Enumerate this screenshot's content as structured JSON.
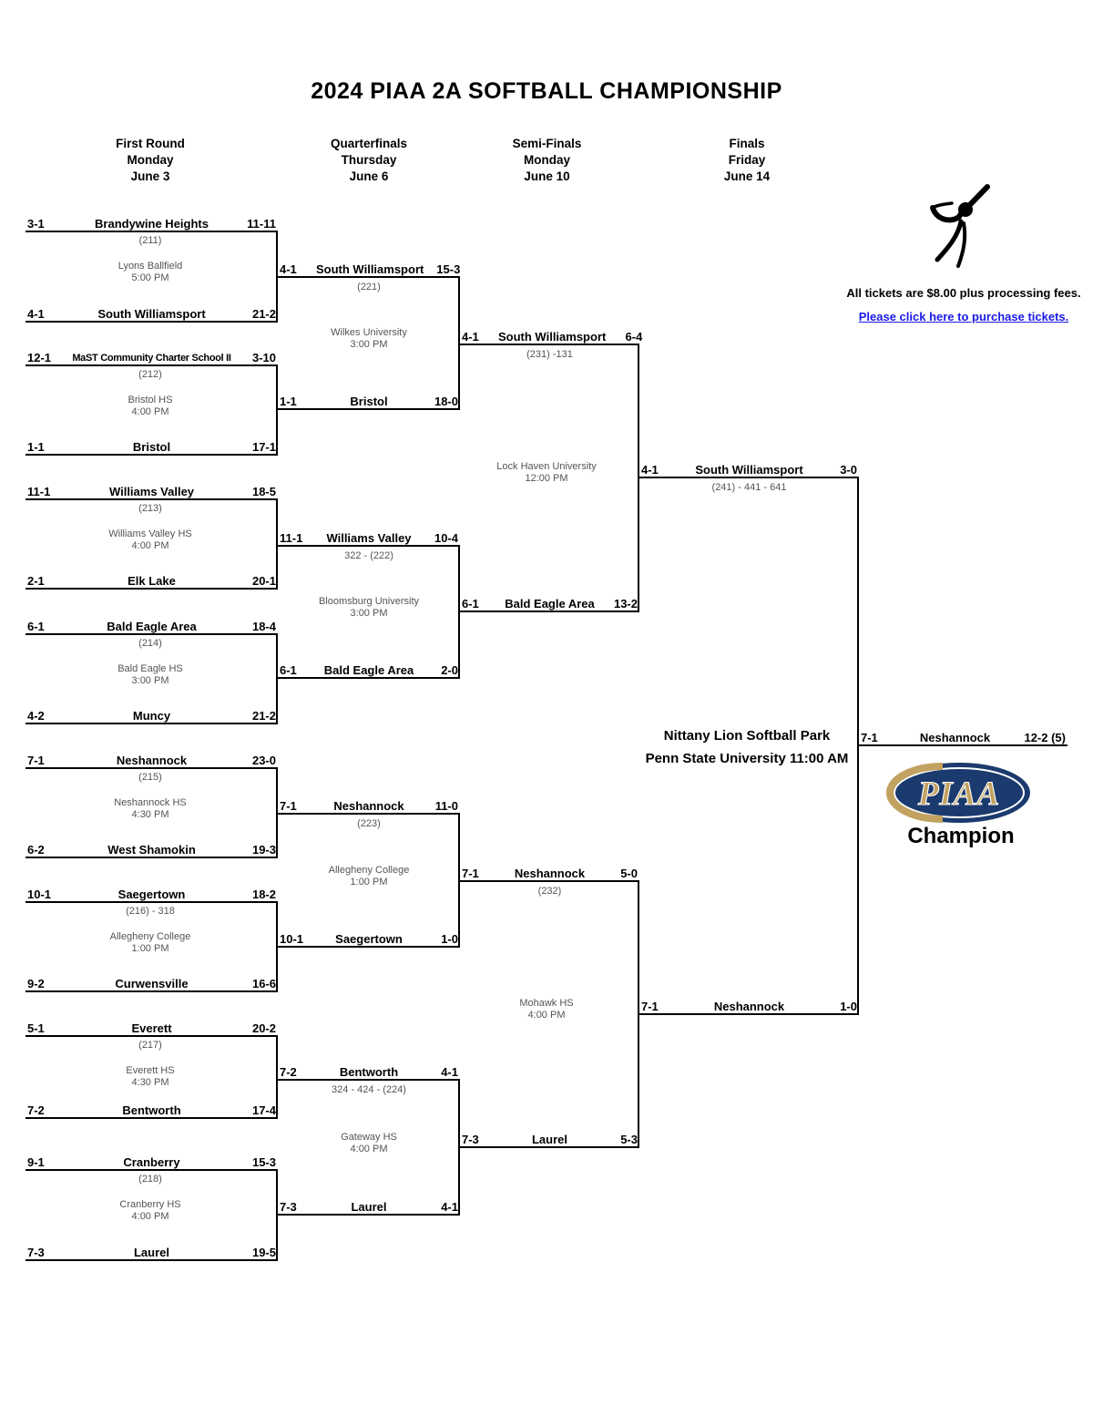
{
  "title": "2024 PIAA 2A SOFTBALL CHAMPIONSHIP",
  "columns": [
    {
      "round": "First Round",
      "day": "Monday",
      "date": "June 3"
    },
    {
      "round": "Quarterfinals",
      "day": "Thursday",
      "date": "June 6"
    },
    {
      "round": "Semi-Finals",
      "day": "Monday",
      "date": "June 10"
    },
    {
      "round": "Finals",
      "day": "Friday",
      "date": "June 14"
    }
  ],
  "tickets": {
    "notice": "All tickets are $8.00 plus processing fees.",
    "link": "Please click here to purchase tickets."
  },
  "round1": [
    {
      "label": "(211)",
      "venue": "Lyons Ballfield",
      "time": "5:00 PM",
      "top": {
        "seed": "3-1",
        "name": "Brandywine Heights",
        "record": "11-11"
      },
      "bottom": {
        "seed": "4-1",
        "name": "South Williamsport",
        "record": "21-2"
      }
    },
    {
      "label": "(212)",
      "venue": "Bristol HS",
      "time": "4:00 PM",
      "top": {
        "seed": "12-1",
        "name": "MaST Community Charter School II",
        "record": "3-10"
      },
      "bottom": {
        "seed": "1-1",
        "name": "Bristol",
        "record": "17-1"
      }
    },
    {
      "label": "(213)",
      "venue": "Williams Valley HS",
      "time": "4:00 PM",
      "top": {
        "seed": "11-1",
        "name": "Williams Valley",
        "record": "18-5"
      },
      "bottom": {
        "seed": "2-1",
        "name": "Elk Lake",
        "record": "20-1"
      }
    },
    {
      "label": "(214)",
      "venue": "Bald Eagle HS",
      "time": "3:00 PM",
      "top": {
        "seed": "6-1",
        "name": "Bald Eagle Area",
        "record": "18-4"
      },
      "bottom": {
        "seed": "4-2",
        "name": "Muncy",
        "record": "21-2"
      }
    },
    {
      "label": "(215)",
      "venue": "Neshannock HS",
      "time": "4:30 PM",
      "top": {
        "seed": "7-1",
        "name": "Neshannock",
        "record": "23-0"
      },
      "bottom": {
        "seed": "6-2",
        "name": "West Shamokin",
        "record": "19-3"
      }
    },
    {
      "label": "(216) - 318",
      "venue": "Allegheny College",
      "time": "1:00 PM",
      "top": {
        "seed": "10-1",
        "name": "Saegertown",
        "record": "18-2"
      },
      "bottom": {
        "seed": "9-2",
        "name": "Curwensville",
        "record": "16-6"
      }
    },
    {
      "label": "(217)",
      "venue": "Everett HS",
      "time": "4:30 PM",
      "top": {
        "seed": "5-1",
        "name": "Everett",
        "record": "20-2"
      },
      "bottom": {
        "seed": "7-2",
        "name": "Bentworth",
        "record": "17-4"
      }
    },
    {
      "label": "(218)",
      "venue": "Cranberry HS",
      "time": "4:00 PM",
      "top": {
        "seed": "9-1",
        "name": "Cranberry",
        "record": "15-3"
      },
      "bottom": {
        "seed": "7-3",
        "name": "Laurel",
        "record": "19-5"
      }
    }
  ],
  "round2": [
    {
      "seed": "4-1",
      "name": "South Williamsport",
      "score": "15-3",
      "label": "(221)"
    },
    {
      "seed": "1-1",
      "name": "Bristol",
      "score": "18-0",
      "label": ""
    },
    {
      "seed": "11-1",
      "name": "Williams Valley",
      "score": "10-4",
      "label": "322 - (222)"
    },
    {
      "seed": "6-1",
      "name": "Bald Eagle Area",
      "score": "2-0",
      "label": ""
    },
    {
      "seed": "7-1",
      "name": "Neshannock",
      "score": "11-0",
      "label": "(223)"
    },
    {
      "seed": "10-1",
      "name": "Saegertown",
      "score": "1-0",
      "label": ""
    },
    {
      "seed": "7-2",
      "name": "Bentworth",
      "score": "4-1",
      "label": "324 - 424 - (224)"
    },
    {
      "seed": "7-3",
      "name": "Laurel",
      "score": "4-1",
      "label": ""
    }
  ],
  "round2_venues": [
    {
      "venue": "Wilkes University",
      "time": "3:00 PM"
    },
    {
      "venue": "Bloomsburg University",
      "time": "3:00 PM"
    },
    {
      "venue": "Allegheny College",
      "time": "1:00 PM"
    },
    {
      "venue": "Gateway HS",
      "time": "4:00 PM"
    }
  ],
  "round3": [
    {
      "seed": "4-1",
      "name": "South Williamsport",
      "score": "6-4",
      "label": "(231) -131"
    },
    {
      "seed": "6-1",
      "name": "Bald Eagle Area",
      "score": "13-2",
      "label": ""
    },
    {
      "seed": "7-1",
      "name": "Neshannock",
      "score": "5-0",
      "label": "(232)"
    },
    {
      "seed": "7-3",
      "name": "Laurel",
      "score": "5-3",
      "label": ""
    }
  ],
  "round3_venues": [
    {
      "venue": "Lock Haven University",
      "time": "12:00 PM"
    },
    {
      "venue": "Mohawk HS",
      "time": "4:00 PM"
    }
  ],
  "round4": [
    {
      "seed": "4-1",
      "name": "South Williamsport",
      "score": "3-0",
      "label": "(241) - 441 - 641"
    },
    {
      "seed": "7-1",
      "name": "Neshannock",
      "score": "1-0",
      "label": ""
    }
  ],
  "final_game": {
    "seed": "7-1",
    "name": "Neshannock",
    "score": "12-2 (5)"
  },
  "final_venue": {
    "line1": "Nittany Lion Softball Park",
    "line2": "Penn State University 11:00 AM"
  },
  "champion": {
    "logo": "PIAA",
    "reg": "®",
    "label": "Champion"
  },
  "colors": {
    "line": "#000000",
    "label_gray": "#545454",
    "link_blue": "#1a1ae6",
    "logo_navy": "#1b3a6e",
    "logo_gold": "#c2a261"
  }
}
